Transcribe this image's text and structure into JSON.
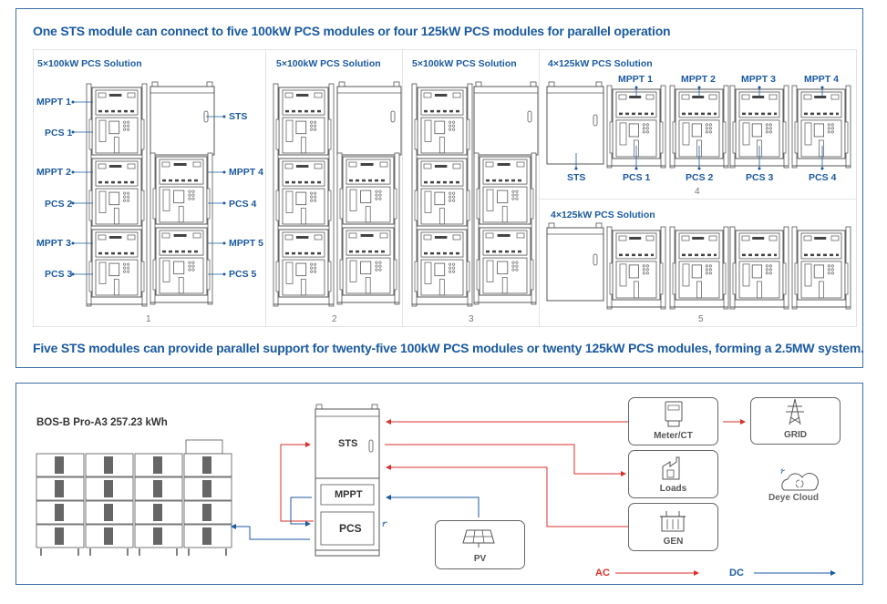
{
  "top": {
    "headline": "One STS module can connect to five 100kW PCS modules or four 125kW PCS modules for parallel operation",
    "footer": "Five STS modules can provide parallel support for twenty-five 100kW PCS modules or twenty 125kW PCS modules, forming a 2.5MW system.",
    "solutions": [
      {
        "title": "5×100kW PCS Solution",
        "number": "1",
        "labels": {
          "mppt1": "MPPT 1",
          "pcs1": "PCS 1",
          "sts": "STS",
          "mppt2": "MPPT 2",
          "pcs2": "PCS 2",
          "mppt4": "MPPT 4",
          "pcs4": "PCS 4",
          "mppt3": "MPPT 3",
          "pcs3": "PCS 3",
          "mppt5": "MPPT 5",
          "pcs5": "PCS 5"
        }
      },
      {
        "title": "5×100kW PCS Solution",
        "number": "2"
      },
      {
        "title": "5×100kW PCS Solution",
        "number": "3"
      },
      {
        "title": "4×125kW PCS Solution",
        "number": "4",
        "labels": {
          "mppt1": "MPPT 1",
          "mppt2": "MPPT 2",
          "mppt3": "MPPT 3",
          "mppt4": "MPPT 4",
          "sts": "STS",
          "pcs1": "PCS 1",
          "pcs2": "PCS 2",
          "pcs3": "PCS 3",
          "pcs4": "PCS 4"
        }
      },
      {
        "title": "4×125kW PCS Solution",
        "number": "5"
      }
    ]
  },
  "bottom": {
    "battery_title": "BOS-B Pro-A3 257.23 kWh",
    "cabinet": {
      "sts": "STS",
      "mppt": "MPPT",
      "pcs": "PCS"
    },
    "devices": {
      "pv": "PV",
      "meter": "Meter/CT",
      "grid": "GRID",
      "loads": "Loads",
      "gen": "GEN",
      "cloud": "Deye Cloud"
    },
    "legend": {
      "ac": "AC",
      "dc": "DC"
    },
    "colors": {
      "ac": "#d9302c",
      "dc": "#1b5aa0",
      "accent": "#1b5aa0",
      "border": "#3b6ea5"
    }
  }
}
